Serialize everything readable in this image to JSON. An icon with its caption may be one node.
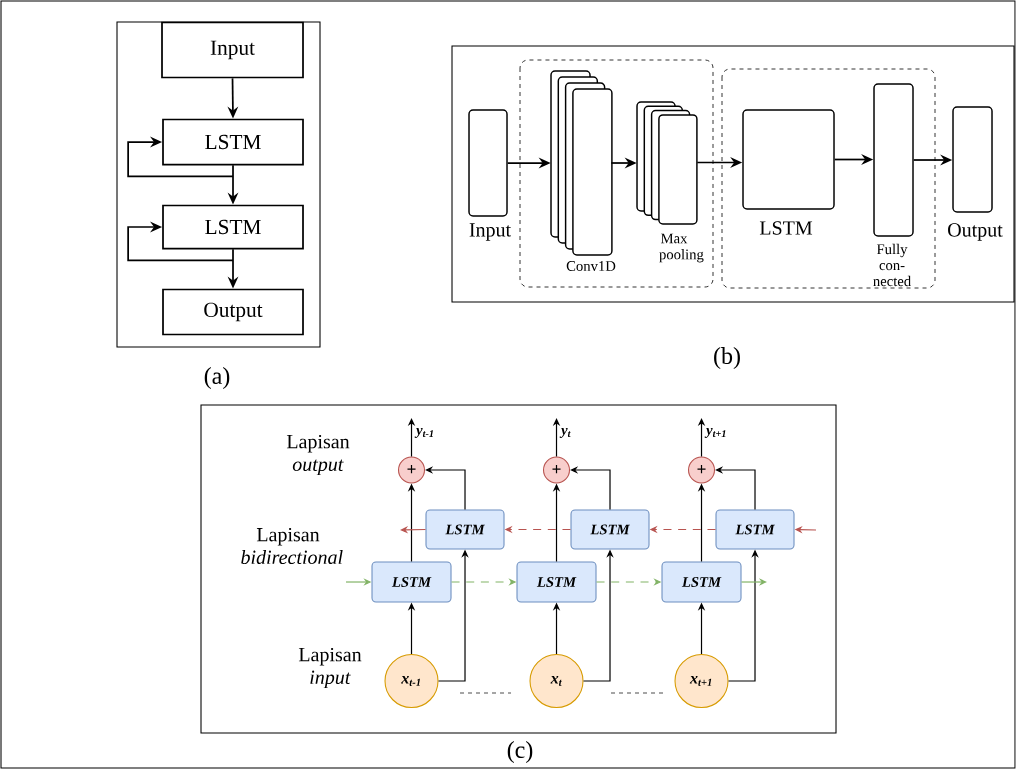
{
  "diagram": {
    "nodes": [
      {
        "text": [
          "Input"
        ]
      },
      {
        "text": [
          "LSTM"
        ]
      },
      {
        "text": [
          "LSTM"
        ]
      },
      {
        "text": [
          "Output"
        ]
      },
      {
        "text": [
          "Input"
        ]
      },
      {
        "text": [
          "Conv1D"
        ]
      },
      {
        "text": [
          "Max pooling"
        ]
      },
      {
        "text": [
          "LSTM"
        ]
      },
      {
        "text": [
          "Fully con- nected"
        ]
      },
      {
        "text": [
          "Output"
        ]
      },
      {
        "text": [
          "+"
        ]
      },
      {
        "text": [
          "+"
        ]
      },
      {
        "text": [
          "+"
        ]
      },
      {
        "text": [
          "LSTM"
        ]
      },
      {
        "text": [
          "LSTM"
        ]
      },
      {
        "text": [
          "LSTM"
        ]
      },
      {
        "text": [
          "LSTM"
        ]
      },
      {
        "text": [
          "LSTM"
        ]
      },
      {
        "text": [
          "LSTM"
        ]
      },
      {
        "text": [
          "x$_{t-1}$"
        ]
      },
      {
        "text": [
          "x$_{t}$"
        ]
      },
      {
        "text": [
          "x$_{t+1}$"
        ]
      }
    ],
    "edges": [
      {
        "from": 0,
        "to": 1,
        "arrow": "to"
      },
      {
        "from": 1,
        "to": 1,
        "arrow": "to"
      },
      {
        "from": 1,
        "to": 2,
        "arrow": "to"
      },
      {
        "from": 2,
        "to": 2,
        "arrow": "to"
      },
      {
        "from": 2,
        "to": 3,
        "arrow": "to"
      },
      {
        "from": 4,
        "to": 5,
        "arrow": "to"
      },
      {
        "from": 5,
        "to": 6,
        "arrow": "to"
      },
      {
        "from": 6,
        "to": 7,
        "arrow": "to"
      },
      {
        "from": 7,
        "to": 8,
        "arrow": "to"
      },
      {
        "from": 8,
        "to": 9,
        "arrow": "to"
      },
      {
        "from": 19,
        "to": 16,
        "arrow": "to"
      },
      {
        "from": 16,
        "to": 10,
        "arrow": "to"
      },
      {
        "from": 19,
        "to": 13,
        "arrow": "to"
      },
      {
        "from": 13,
        "to": 10,
        "arrow": "to"
      },
      {
        "from": 10,
        "to": null,
        "arrow": "to",
        "label": "y$_{t-1}$"
      },
      {
        "from": 20,
        "to": 17,
        "arrow": "to"
      },
      {
        "from": 17,
        "to": 11,
        "arrow": "to"
      },
      {
        "from": 20,
        "to": 14,
        "arrow": "to"
      },
      {
        "from": 14,
        "to": 11,
        "arrow": "to"
      },
      {
        "from": 11,
        "to": null,
        "arrow": "to",
        "label": "y$_{t}$"
      },
      {
        "from": 21,
        "to": 18,
        "arrow": "to"
      },
      {
        "from": 18,
        "to": 12,
        "arrow": "to"
      },
      {
        "from": 21,
        "to": 15,
        "arrow": "to"
      },
      {
        "from": 15,
        "to": 12,
        "arrow": "to"
      },
      {
        "from": 12,
        "to": null,
        "arrow": "to",
        "label": "y$_{t+1}$"
      },
      {
        "from": null,
        "to": 16,
        "arrow": "to",
        "color": "#82b366"
      },
      {
        "from": 16,
        "to": 17,
        "arrow": "to",
        "style": "dashed",
        "color": "#82b366"
      },
      {
        "from": 17,
        "to": 18,
        "arrow": "to",
        "style": "dashed",
        "color": "#82b366"
      },
      {
        "from": 18,
        "to": null,
        "arrow": "to",
        "color": "#82b366"
      },
      {
        "from": null,
        "to": 15,
        "arrow": "to",
        "color": "#b85450"
      },
      {
        "from": 15,
        "to": 14,
        "arrow": "to",
        "style": "dashed",
        "color": "#b85450"
      },
      {
        "from": 14,
        "to": 13,
        "arrow": "to",
        "style": "dashed",
        "color": "#b85450"
      },
      {
        "from": 13,
        "to": null,
        "arrow": "to",
        "color": "#b85450"
      }
    ],
    "labels": [
      "(a)",
      "(b)",
      "Lapisan *output*",
      "Lapisan *bidirectional*",
      "Lapisan *input*",
      "(c)"
    ]
  }
}
